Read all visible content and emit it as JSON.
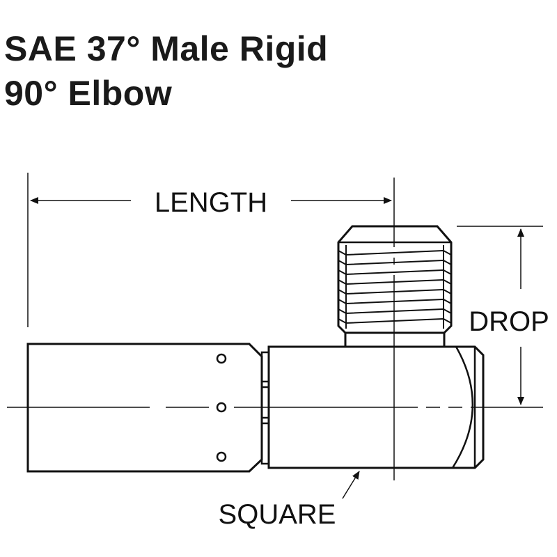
{
  "title": {
    "line1": "SAE 37° Male Rigid",
    "line2": "90° Elbow"
  },
  "labels": {
    "length": "LENGTH",
    "drop": "DROP",
    "square": "SQUARE"
  },
  "colors": {
    "ink": "#111111",
    "background": "#ffffff"
  }
}
